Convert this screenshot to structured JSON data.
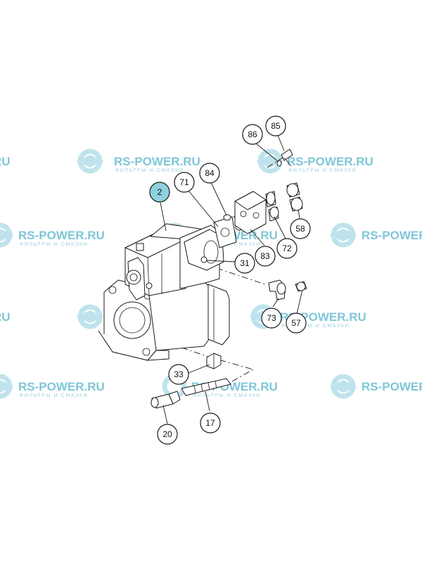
{
  "watermark": {
    "brand": "RS-POWER.RU",
    "tagline": "ФИЛЬТРЫ И СМАЗКИ",
    "brand_cut": "RS-POWER",
    "brand_cut_right": "RU",
    "accent_color": "#7fc6d8"
  },
  "highlight_color": "#8ecfe0",
  "callouts": [
    {
      "id": "2",
      "label": "2",
      "highlighted": true
    },
    {
      "id": "71",
      "label": "71"
    },
    {
      "id": "84",
      "label": "84"
    },
    {
      "id": "86",
      "label": "86"
    },
    {
      "id": "85",
      "label": "85"
    },
    {
      "id": "58",
      "label": "58"
    },
    {
      "id": "72",
      "label": "72"
    },
    {
      "id": "83",
      "label": "83"
    },
    {
      "id": "31",
      "label": "31"
    },
    {
      "id": "73",
      "label": "73"
    },
    {
      "id": "57",
      "label": "57"
    },
    {
      "id": "33",
      "label": "33"
    },
    {
      "id": "17",
      "label": "17"
    },
    {
      "id": "20",
      "label": "20"
    }
  ]
}
